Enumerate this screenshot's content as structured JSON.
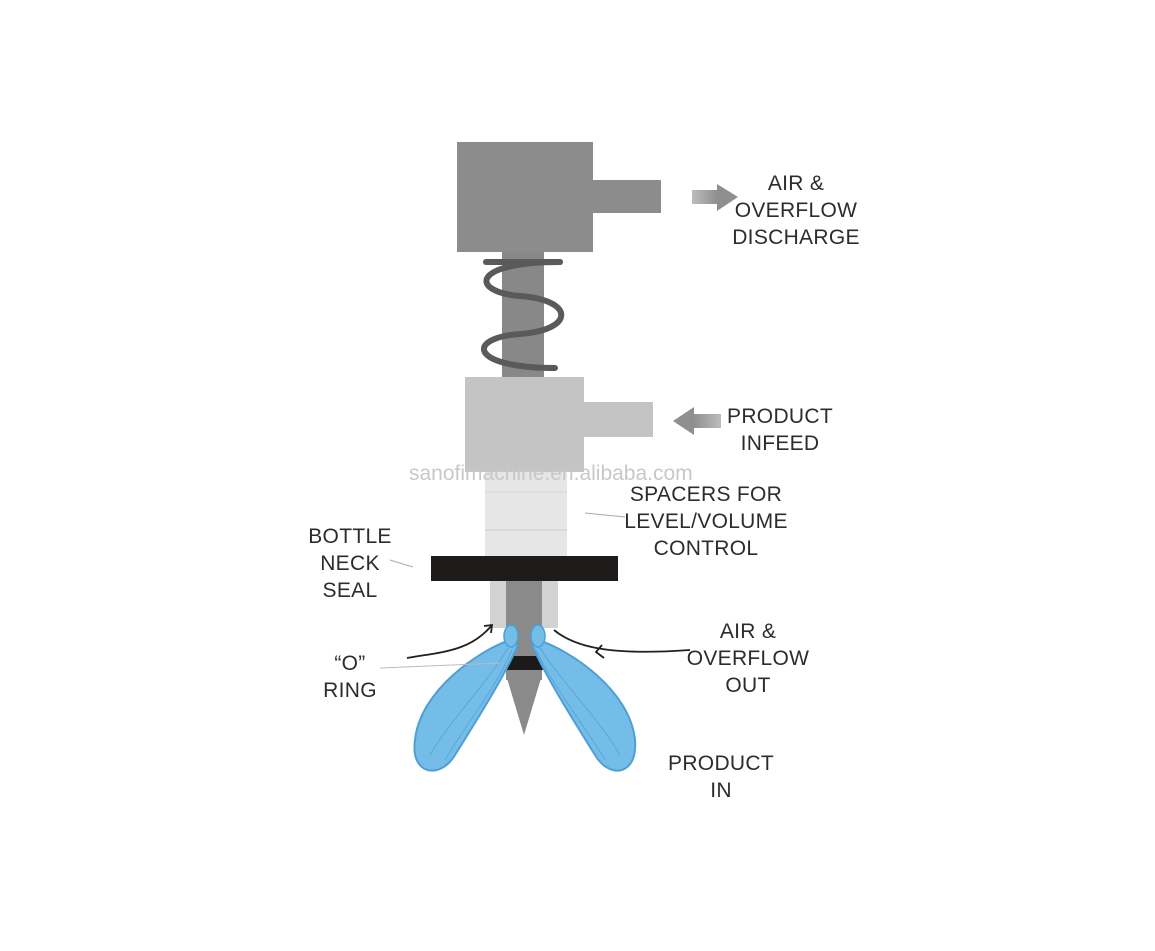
{
  "labels": {
    "air_overflow_discharge": [
      "AIR &",
      "OVERFLOW",
      "DISCHARGE"
    ],
    "product_infeed": [
      "PRODUCT",
      "INFEED"
    ],
    "spacers": [
      "SPACERS FOR",
      "LEVEL/VOLUME",
      "CONTROL"
    ],
    "bottle_neck_seal": [
      "BOTTLE",
      "NECK",
      "SEAL"
    ],
    "o_ring": [
      "“O”",
      "RING"
    ],
    "air_overflow_out": [
      "AIR &",
      "OVERFLOW",
      "OUT"
    ],
    "product_in": [
      "PRODUCT",
      "IN"
    ]
  },
  "watermark": "sanofimachine.en.alibaba.com",
  "colors": {
    "top_block": "#8c8c8c",
    "stem": "#888888",
    "spring": "#5a5a5a",
    "mid_block": "#c4c4c4",
    "spacers": "#e6e6e6",
    "seal": "#1f1b1b",
    "product_fill": "#74bde9",
    "product_stroke": "#4f9fd4",
    "arrow": "#a8a8a8"
  }
}
